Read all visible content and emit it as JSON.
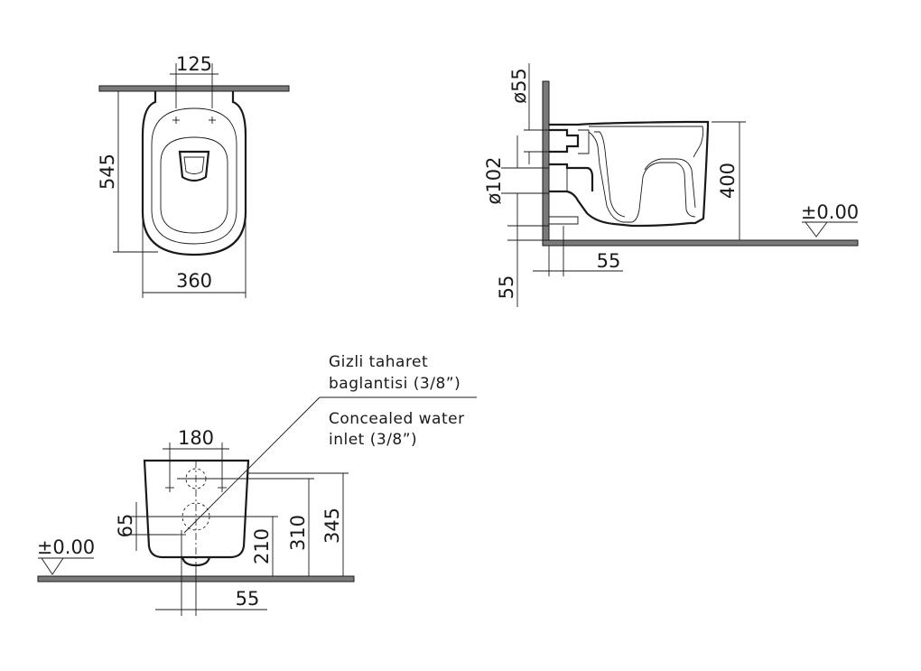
{
  "top_view": {
    "dim_bolt_spacing": "125",
    "dim_depth": "545",
    "dim_width": "360"
  },
  "side_view": {
    "dim_inlet_diameter": "ø55",
    "dim_outlet_diameter": "ø102",
    "dim_height": "400",
    "dim_wall_offset": "55",
    "dim_floor_offset": "55",
    "level_marker": "±0.00"
  },
  "front_view": {
    "dim_fixing_spacing": "180",
    "dim_small": "65",
    "dim_210": "210",
    "dim_310": "310",
    "dim_345": "345",
    "dim_offset": "55",
    "level_marker": "±0.00"
  },
  "note": {
    "tr_line1": "Gizli taharet",
    "tr_line2": "baglantisi (3/8”)",
    "en_line1": "Concealed water",
    "en_line2": "inlet (3/8”)"
  }
}
